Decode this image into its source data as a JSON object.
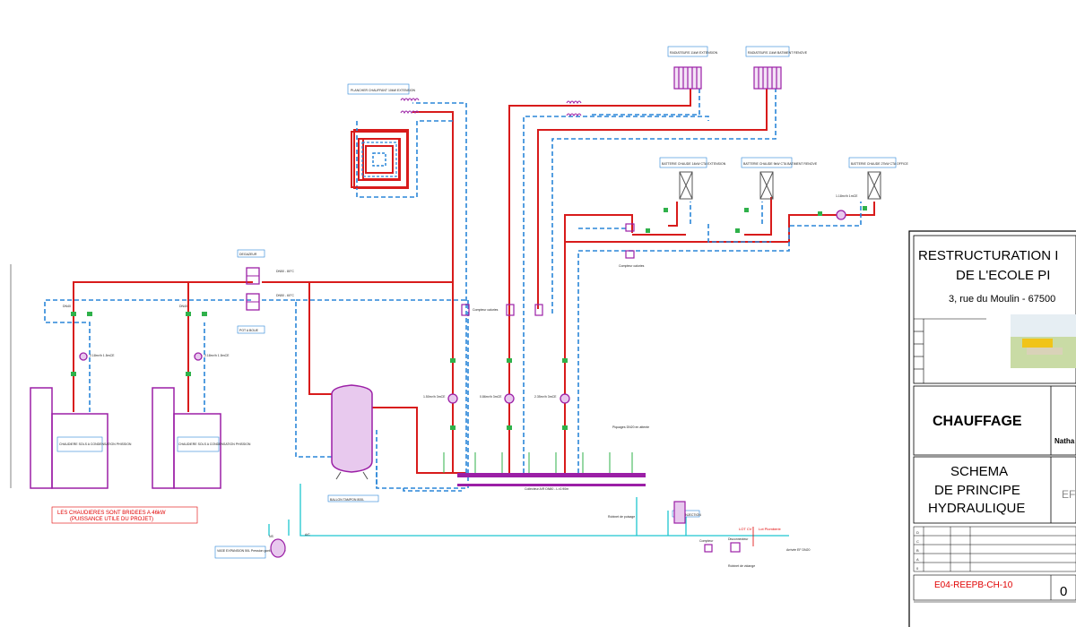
{
  "labels": {
    "plancher": "PLANCHER CHAUFFANT 10kW EXTENSION",
    "radiateurs_ext": "RADIATEURS 11kW EXTENSION",
    "radiateurs_bat": "RADIATEURS 11kW BATIMENT RENOVE",
    "batterie_ext": "BATTERIE CHAUDE 14kW CTA EXTENSION",
    "batterie_bat": "BATTERIE CHAUDE 9kW CTA BATIMENT RENOVE",
    "batterie_office": "BATTERIE CHAUDE 27kW CTA OFFICE",
    "degazeur": "DEGAZEUR",
    "pot_a_boue": "POT A BOUE",
    "chaudiere_1": "CHAUDIERE SOLS A CONDENSATION PHISSION",
    "chaudiere_2": "CHAUDIERE SOLS A CONDENSATION PHISSION",
    "ballon": "BALLON TAMPON 800L",
    "collecteur": "Collecteur A/R DN80 - L=0.90m",
    "vase": "VASE EXPANSION 50L Pression gonflage 1.5bar",
    "pot_injection": "POT D'INJECTION",
    "robinet_puisage": "Robinet de puisage",
    "disconnecteur": "Disconnecteur",
    "compteur": "Compteur",
    "robinet_vidange": "Robinet de vidange",
    "arrivee_ef": "Arrivée EF DN20",
    "piquages": "Piquages DN20 en attente",
    "compteur_calories": "Compteur calories",
    "dn40_a": "DN40",
    "dn50_a": "DN50 - 80°C",
    "dn50_b": "DN50 - 60°C",
    "pump_a": "1.50m³/h 3mCE",
    "pump_b": "0.86m³/h 3mCE",
    "pump_c": "2.35m³/h 3mCE",
    "pump_d": "1.18m³/h 1mCE",
    "boiler_pump": "2.18m³/h 1.5mCE",
    "a_c": "A/C",
    "ns": "NS"
  },
  "notes": {
    "chaudieres": "LES CHAUDIERES SONT BRIDEES A 46kW",
    "puissance": "(PUISSANCE UTILE DU PROJET)",
    "lot_cv": "LOT CV",
    "lot_plomberie": "Lot Plomberie"
  },
  "title_block": {
    "project_line1": "RESTRUCTURATION I",
    "project_line2": "DE L'ECOLE PI",
    "address": "3, rue du Moulin - 67500",
    "lot": "CHAUFFAGE",
    "schema_line1": "SCHEMA",
    "schema_line2": "DE PRINCIPE",
    "schema_line3": "HYDRAULIQUE",
    "doc_ref": "E04-REEPB-CH-10",
    "index": "0",
    "name_partial": "Natha",
    "logo_partial": "EF",
    "rev_letters": [
      "D",
      "C",
      "B",
      "A",
      "0"
    ]
  },
  "colors": {
    "hot": "#d81b1b",
    "cold": "#2a86d8",
    "equipment": "#9b1fa6",
    "ef_line": "#1ec5d0",
    "green_valve": "#2fb14a",
    "note_red": "#e00000"
  }
}
